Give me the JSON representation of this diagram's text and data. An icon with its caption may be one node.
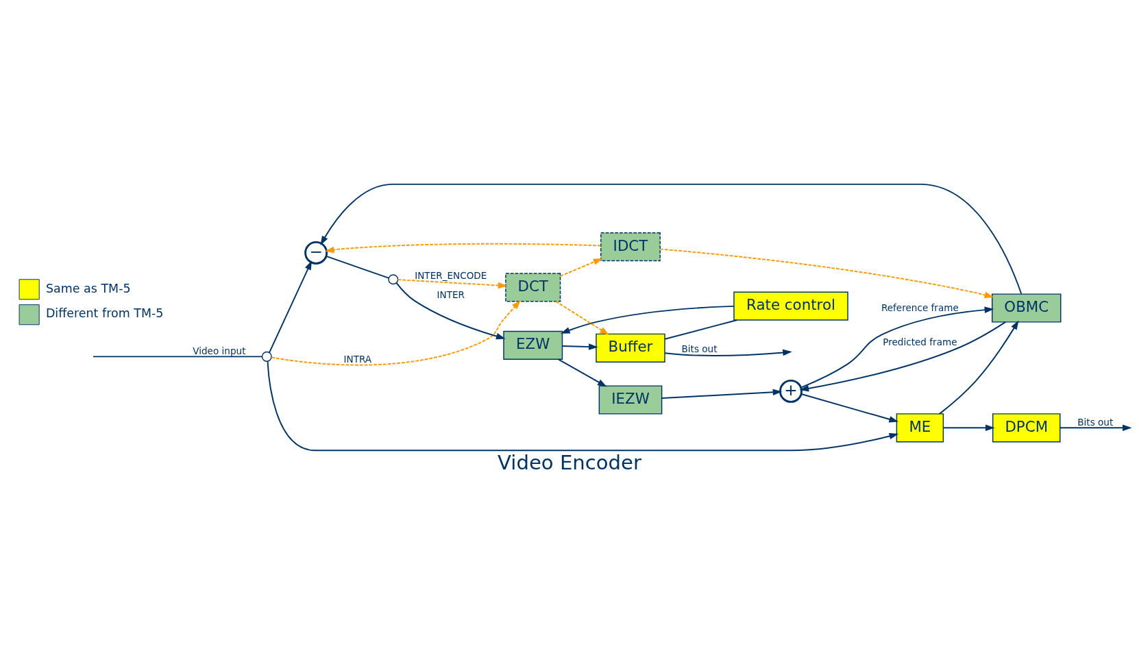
{
  "diagram": {
    "title": "Video Encoder",
    "nodes": [
      {
        "text": [
          "−"
        ]
      },
      {
        "text": [
          "EZW"
        ]
      },
      {
        "text": [
          "Rate control"
        ]
      },
      {
        "text": [
          "Buffer"
        ]
      },
      {
        "text": [
          "DCT"
        ]
      },
      {
        "text": [
          "IDCT"
        ]
      },
      {
        "text": [
          "IEZW"
        ]
      },
      {
        "text": [
          "+"
        ]
      },
      {
        "text": [
          "OBMC"
        ]
      },
      {
        "text": [
          "ME"
        ]
      },
      {
        "text": [
          "DPCM"
        ]
      },
      {
        "text": [],
        "shape": "switch"
      },
      {
        "text": [],
        "shape": "switch"
      }
    ],
    "edges": [
      {
        "from": null,
        "to": 11,
        "arrow": "none",
        "label": "Video input"
      },
      {
        "from": 11,
        "to": 0,
        "arrow": "to"
      },
      {
        "from": 11,
        "to": 4,
        "arrow": "to",
        "label": "INTRA",
        "style": "dashed",
        "color": "#ff9900"
      },
      {
        "from": 11,
        "to": 9,
        "arrow": "to"
      },
      {
        "from": 0,
        "to": 12,
        "arrow": "none"
      },
      {
        "from": 12,
        "to": 1,
        "arrow": "to",
        "label": "INTER"
      },
      {
        "from": 12,
        "to": 4,
        "arrow": "to",
        "label": "INTER_ENCODE",
        "style": "dashed",
        "color": "#ff9900"
      },
      {
        "from": 3,
        "to": 2,
        "arrow": "none"
      },
      {
        "from": 2,
        "to": 1,
        "arrow": "to"
      },
      {
        "from": 1,
        "to": 3,
        "arrow": "to"
      },
      {
        "from": 1,
        "to": 6,
        "arrow": "to"
      },
      {
        "from": 3,
        "to": null,
        "arrow": "to",
        "label": "Bits out"
      },
      {
        "from": 4,
        "to": 5,
        "arrow": "to",
        "style": "dashed",
        "color": "#ff9900"
      },
      {
        "from": 4,
        "to": 3,
        "arrow": "to",
        "style": "dashed",
        "color": "#ff9900"
      },
      {
        "from": 5,
        "to": 0,
        "arrow": "to",
        "style": "dashed",
        "color": "#ff9900"
      },
      {
        "from": 5,
        "to": 8,
        "arrow": "to",
        "style": "dashed",
        "color": "#ff9900"
      },
      {
        "from": 6,
        "to": 7,
        "arrow": "to"
      },
      {
        "from": 8,
        "to": 0,
        "arrow": "to"
      },
      {
        "from": 8,
        "to": 7,
        "arrow": "to",
        "label": "Predicted frame"
      },
      {
        "from": 7,
        "to": 8,
        "arrow": "to",
        "label": "Reference frame"
      },
      {
        "from": 7,
        "to": 9,
        "arrow": "to"
      },
      {
        "from": 9,
        "to": 8,
        "arrow": "to"
      },
      {
        "from": 9,
        "to": 10,
        "arrow": "to"
      },
      {
        "from": 10,
        "to": null,
        "arrow": "to",
        "label": "Bits out"
      }
    ],
    "legend": [
      {
        "text": "Same as TM-5",
        "color": "#ffff00"
      },
      {
        "text": "Different from TM-5",
        "color": "#99cc99"
      }
    ]
  }
}
